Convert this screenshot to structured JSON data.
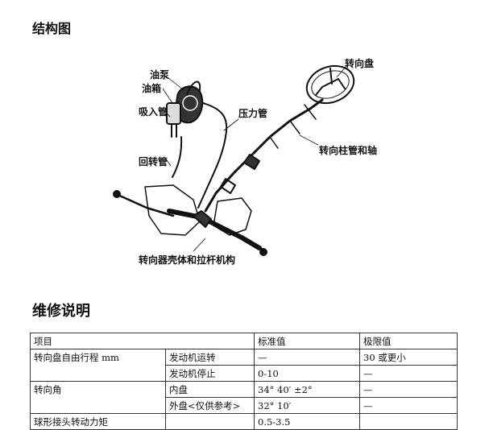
{
  "structure": {
    "title": "结构图",
    "labels": {
      "oil_pump": "油泵",
      "reservoir": "油箱",
      "suction_pipe": "吸入管",
      "pressure_pipe": "压力管",
      "return_pipe": "回转管",
      "steering_wheel": "转向盘",
      "column": "转向柱管和轴",
      "gear_housing": "转向器壳体和拉杆机构"
    }
  },
  "maintenance": {
    "title": "维修说明",
    "headers": [
      "项目",
      "",
      "标准值",
      "极限值"
    ],
    "rows": [
      {
        "item": "转向盘自由行程 mm",
        "condition": "发动机运转",
        "standard": "—",
        "limit": "30 或更小"
      },
      {
        "item": "",
        "condition": "发动机停止",
        "standard": "0-10",
        "limit": "—"
      },
      {
        "item": "转向角",
        "condition": "内盘",
        "standard": "34° 40′ ±2°",
        "limit": "—"
      },
      {
        "item": "",
        "condition": "外盘<仅供参考>",
        "standard": "32° 10′",
        "limit": "—"
      },
      {
        "item": "球形接头转动力矩",
        "condition": "",
        "standard": "0.5-3.5",
        "limit": ""
      }
    ]
  }
}
